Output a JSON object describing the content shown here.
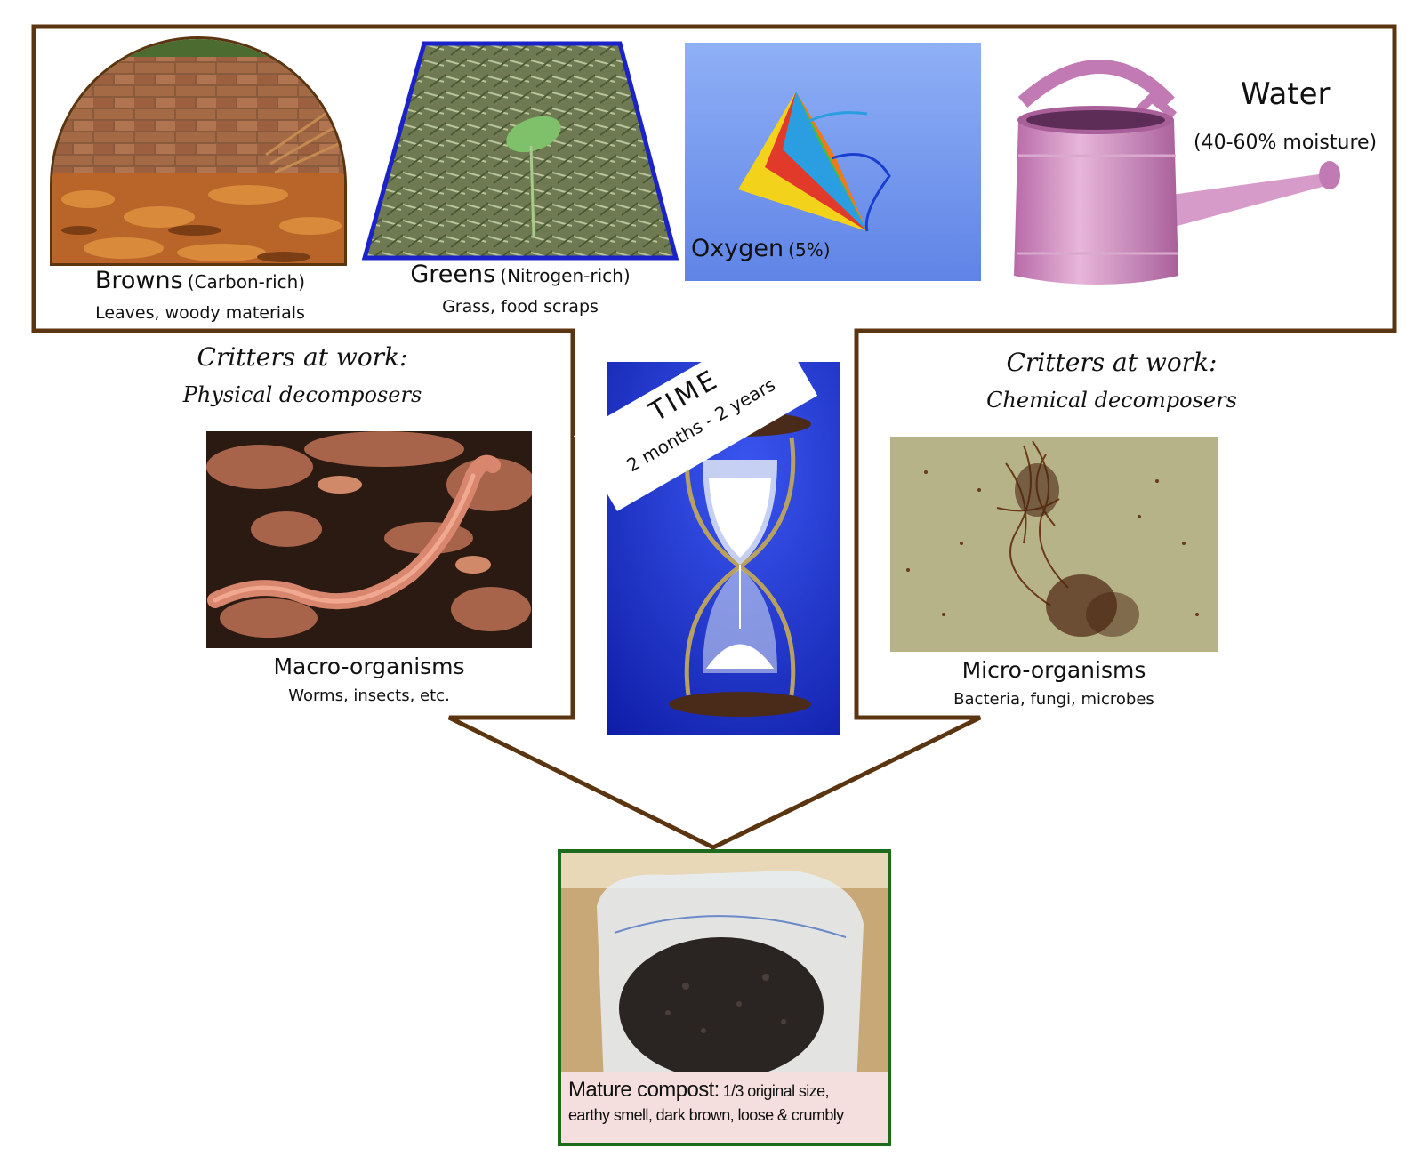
{
  "colors": {
    "frame_brown": "#5b3410",
    "greens_border": "#1a22c8",
    "compost_border": "#1e6b1e",
    "compost_caption_bg": "#f4dede",
    "oxygen_sky": "#7f9ff0",
    "time_blue": "#1a2fd6",
    "micro_bg": "#b9b48c"
  },
  "inputs": {
    "browns": {
      "title": "Browns",
      "qualifier": "(Carbon-rich)",
      "examples": "Leaves, woody materials",
      "image_icon": "leaves-and-wall-photo"
    },
    "greens": {
      "title": "Greens",
      "qualifier": "(Nitrogen-rich)",
      "examples": "Grass, food scraps",
      "image_icon": "grass-clippings-photo"
    },
    "oxygen": {
      "title": "Oxygen",
      "qualifier": "(5%)",
      "image_icon": "kite-photo"
    },
    "water": {
      "title": "Water",
      "qualifier": "(40-60% moisture)",
      "image_icon": "watering-can-photo"
    }
  },
  "critters_left": {
    "heading": "Critters at work:",
    "subheading": "Physical decomposers",
    "label": "Macro-organisms",
    "examples": "Worms, insects, etc.",
    "image_icon": "earthworm-photo"
  },
  "time": {
    "title": "TIME",
    "range": "2 months - 2 years",
    "image_icon": "hourglass-photo"
  },
  "critters_right": {
    "heading": "Critters at work:",
    "subheading": "Chemical decomposers",
    "label": "Micro-organisms",
    "examples": "Bacteria, fungi, microbes",
    "image_icon": "microbes-photo"
  },
  "output": {
    "title": "Mature compost:",
    "description_line1": "1/3 original size,",
    "description_line2": "earthy smell, dark brown, loose & crumbly",
    "image_icon": "compost-bag-photo"
  }
}
